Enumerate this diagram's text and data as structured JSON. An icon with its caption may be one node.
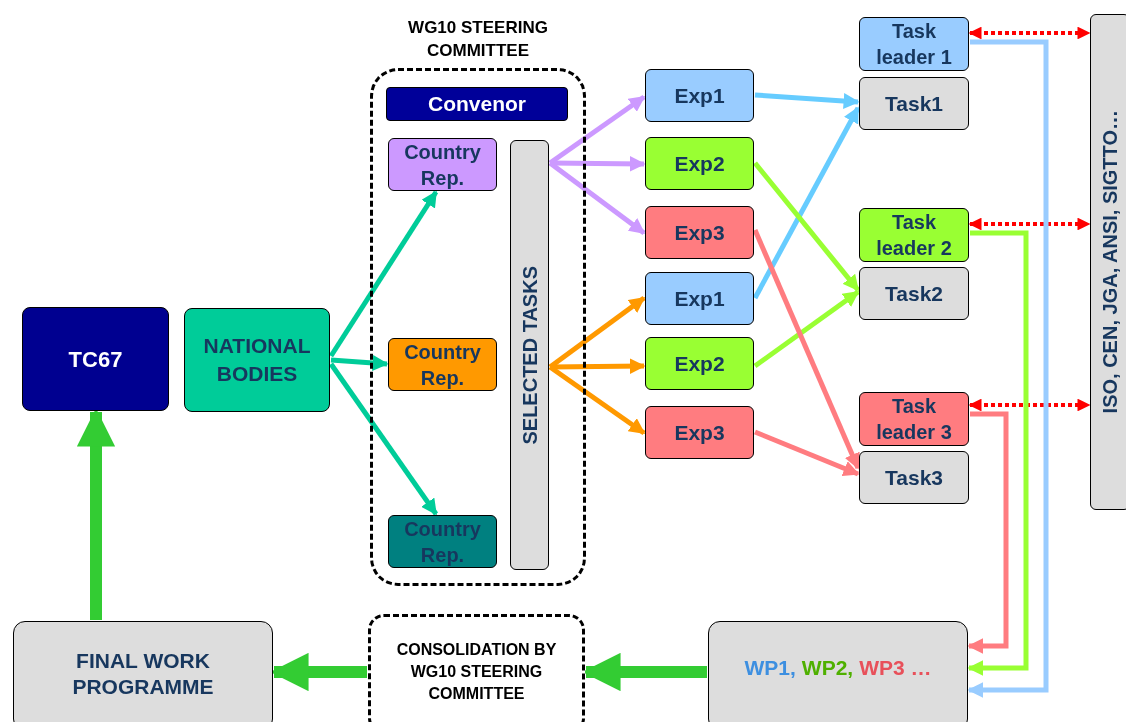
{
  "diagram": {
    "nodes": [
      {
        "text": [
          "TC67"
        ]
      },
      {
        "text": [
          "NATIONAL BODIES"
        ]
      },
      {
        "text": [
          "WG10 STEERING COMMITTEE"
        ]
      },
      {
        "text": [
          "Convenor"
        ],
        "in": 2
      },
      {
        "text": [
          "Country Rep."
        ],
        "in": 2
      },
      {
        "text": [
          "SELECTED TASKS"
        ],
        "in": 2
      },
      {
        "text": [
          "Country Rep."
        ],
        "in": 2
      },
      {
        "text": [
          "Country Rep."
        ],
        "in": 2
      },
      {
        "text": [
          "Exp1"
        ]
      },
      {
        "text": [
          "Exp2"
        ]
      },
      {
        "text": [
          "Exp3"
        ]
      },
      {
        "text": [
          "Exp1"
        ]
      },
      {
        "text": [
          "Exp2"
        ]
      },
      {
        "text": [
          "Exp3"
        ]
      },
      {
        "text": [
          "Task leader 1"
        ]
      },
      {
        "text": [
          "Task1"
        ]
      },
      {
        "text": [
          "Task leader 2"
        ]
      },
      {
        "text": [
          "Task2"
        ]
      },
      {
        "text": [
          "Task leader 3"
        ]
      },
      {
        "text": [
          "Task3"
        ]
      },
      {
        "text": [
          "ISO, CEN, JGA, ANSI, SIGTTO…"
        ]
      },
      {
        "text": [
          "FINAL WORK PROGRAMME"
        ]
      },
      {
        "text": [
          "CONSOLIDATION BY WG10 STEERING COMMITTEE"
        ]
      },
      {
        "text": [
          "WP1,",
          "WP2,",
          "WP3 …"
        ]
      }
    ],
    "edges": [
      {
        "from": 21,
        "to": 0,
        "arrow": "to",
        "style": "thick",
        "color": "#33cc33"
      },
      {
        "from": 1,
        "to": 4,
        "arrow": "to",
        "color": "#00cc99"
      },
      {
        "from": 1,
        "to": 6,
        "arrow": "to",
        "color": "#00cc99"
      },
      {
        "from": 1,
        "to": 7,
        "arrow": "to",
        "color": "#00cc99"
      },
      {
        "from": 5,
        "to": 8,
        "arrow": "to",
        "color": "#cc99ff"
      },
      {
        "from": 5,
        "to": 9,
        "arrow": "to",
        "color": "#cc99ff"
      },
      {
        "from": 5,
        "to": 10,
        "arrow": "to",
        "color": "#cc99ff"
      },
      {
        "from": 5,
        "to": 11,
        "arrow": "to",
        "color": "#ff9900"
      },
      {
        "from": 5,
        "to": 12,
        "arrow": "to",
        "color": "#ff9900"
      },
      {
        "from": 5,
        "to": 13,
        "arrow": "to",
        "color": "#ff9900"
      },
      {
        "from": 8,
        "to": 15,
        "arrow": "to",
        "color": "#66ccff"
      },
      {
        "from": 11,
        "to": 15,
        "arrow": "to",
        "color": "#66ccff"
      },
      {
        "from": 9,
        "to": 17,
        "arrow": "to",
        "color": "#99ff33"
      },
      {
        "from": 12,
        "to": 17,
        "arrow": "to",
        "color": "#99ff33"
      },
      {
        "from": 10,
        "to": 19,
        "arrow": "to",
        "color": "#ff7c80"
      },
      {
        "from": 13,
        "to": 19,
        "arrow": "to",
        "color": "#ff7c80"
      },
      {
        "from": 14,
        "to": 20,
        "arrow": "both",
        "style": "dashed",
        "color": "#ff0000"
      },
      {
        "from": 16,
        "to": 20,
        "arrow": "both",
        "style": "dashed",
        "color": "#ff0000"
      },
      {
        "from": 18,
        "to": 20,
        "arrow": "both",
        "style": "dashed",
        "color": "#ff0000"
      },
      {
        "from": 14,
        "to": 23,
        "arrow": "to",
        "color": "#99ccff"
      },
      {
        "from": 16,
        "to": 23,
        "arrow": "to",
        "color": "#99ff33"
      },
      {
        "from": 18,
        "to": 23,
        "arrow": "to",
        "color": "#ff7c80"
      },
      {
        "from": 23,
        "to": 22,
        "arrow": "to",
        "style": "thick",
        "color": "#33cc33"
      },
      {
        "from": 22,
        "to": 21,
        "arrow": "to",
        "style": "thick",
        "color": "#33cc33"
      }
    ]
  }
}
